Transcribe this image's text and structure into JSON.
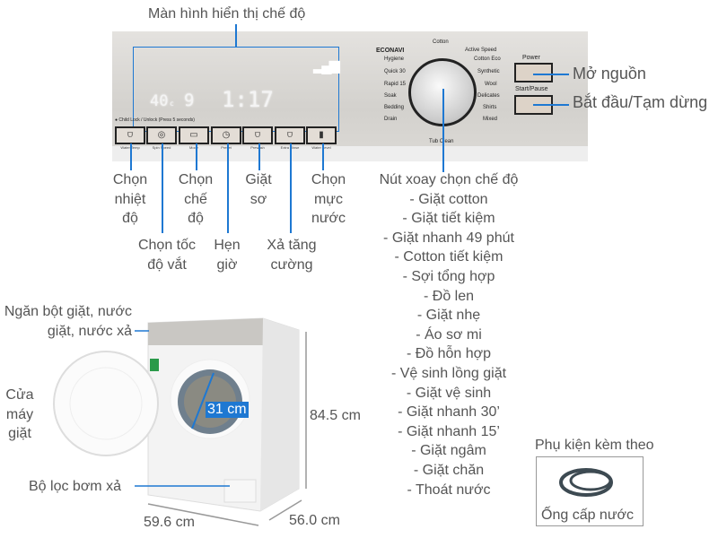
{
  "panel": {
    "display_title": "Màn hình hiển thị chế độ",
    "display": {
      "temp": "40",
      "temp_unit": "c",
      "spin": "9",
      "time": "1:17"
    },
    "child_lock": "Child Lock / Unlock (Press 5 seconds)",
    "buttons": [
      "Water Temp",
      "Spin Speed",
      "Mode",
      "Preset",
      "Prewash",
      "Extra Rinse",
      "Water Level"
    ],
    "dial": {
      "brand": "ECONAVI",
      "top": "Cotton",
      "bottom": "Tub Clean",
      "left": [
        "Hygiene",
        "Quick 30",
        "Rapid 15",
        "Soak",
        "Bedding",
        "Drain"
      ],
      "right": [
        "Active Speed",
        "Cotton Eco",
        "Synthetic",
        "Wool",
        "Delicates",
        "Shirts",
        "Mixed"
      ]
    },
    "power_label": "Power",
    "start_label": "Start/Pause"
  },
  "callouts": {
    "water_temp": "Chọn nhiệt độ",
    "mode": "Chọn chế độ",
    "prewash": "Giặt sơ",
    "water_level": "Chọn mực nước",
    "spin": "Chọn tốc độ vắt",
    "preset": "Hẹn giờ",
    "extra_rinse": "Xả tăng cường",
    "power": "Mở nguồn",
    "start": "Bắt đầu/Tạm dừng",
    "dial": "Nút xoay chọn chế độ",
    "detergent": "Ngăn bột giặt, nước giặt, nước xả",
    "door": "Cửa máy giặt",
    "filter": "Bộ lọc bơm xả"
  },
  "programs": [
    "- Giặt cotton",
    "- Giặt tiết kiệm",
    "- Giặt nhanh 49 phút",
    "- Cotton tiết kiệm",
    "- Sợi tổng hợp",
    "- Đồ len",
    "- Giặt nhẹ",
    "- Áo sơ mi",
    "- Đồ hỗn hợp",
    "- Vệ sinh lồng giặt",
    "- Giặt vệ sinh",
    "- Giặt nhanh 30’",
    "- Giặt nhanh 15’",
    "- Giặt ngâm",
    "- Giặt chăn",
    "- Thoát nước"
  ],
  "dimensions": {
    "drum": "31 cm",
    "height": "84.5 cm",
    "width": "59.6 cm",
    "depth": "56.0 cm"
  },
  "accessory": {
    "title": "Phụ kiện kèm theo",
    "item": "Ống cấp nước"
  }
}
